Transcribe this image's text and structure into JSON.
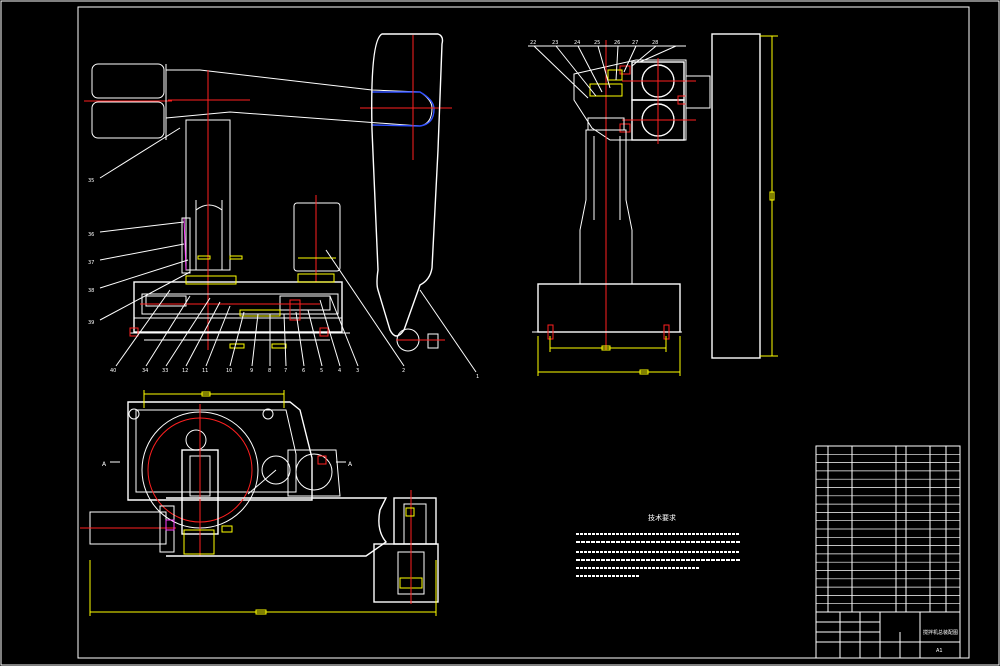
{
  "drawing": {
    "background": "#000000",
    "line_color": "#ffffff",
    "centerline_color": "#ff2020",
    "dimension_color": "#ffff00",
    "part_numbers_left": [
      "35",
      "36",
      "37",
      "38",
      "39"
    ],
    "part_numbers_bottom": [
      "40",
      "34",
      "33",
      "12",
      "11",
      "10",
      "9",
      "8",
      "7",
      "6",
      "5",
      "4",
      "3",
      "2",
      "1"
    ],
    "part_numbers_top_right": [
      "22",
      "23",
      "24",
      "25",
      "26",
      "27",
      "28"
    ],
    "notes_title": "技术要求",
    "title_block_name": "搅拌机总装配图",
    "sheet_size": "A1"
  }
}
